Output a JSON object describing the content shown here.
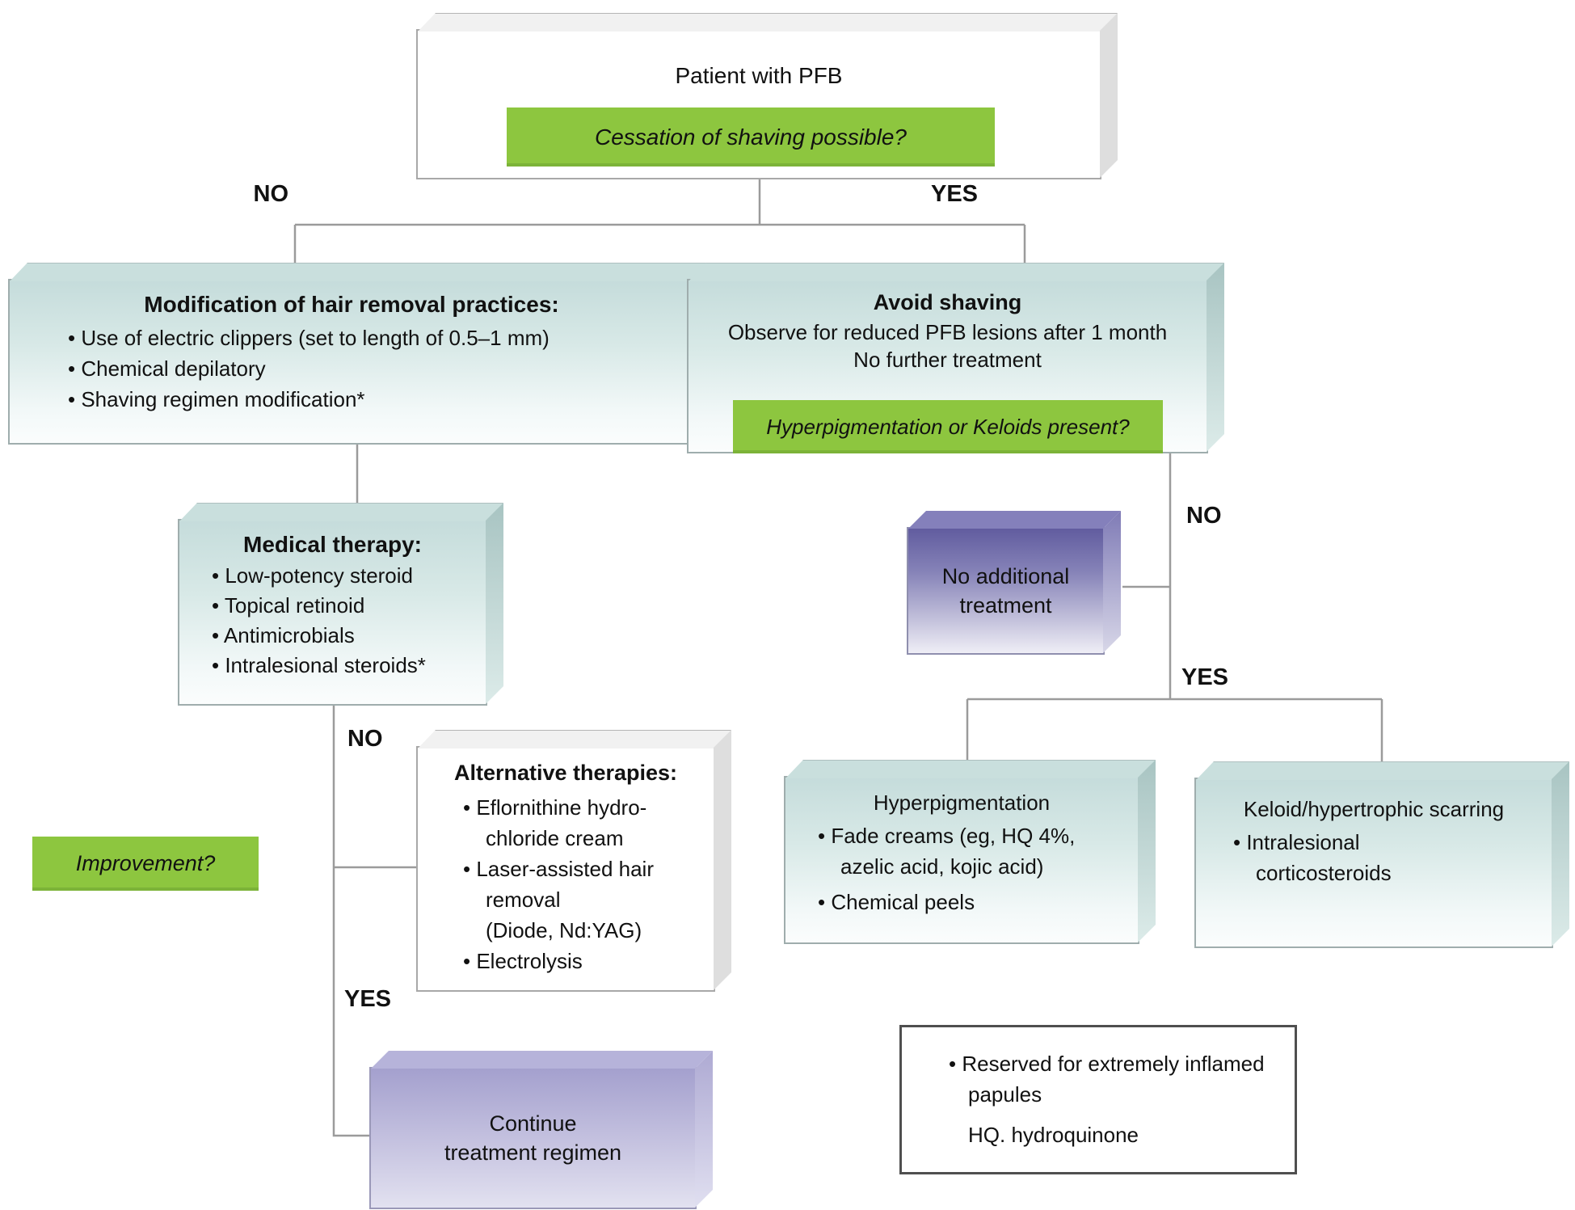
{
  "figure": {
    "patient_box": {
      "title": "Patient with PFB",
      "question": "Cessation of shaving possible?"
    },
    "labels": {
      "cessation_no": "NO",
      "cessation_yes": "YES",
      "improvement_no": "NO",
      "improvement_yes": "YES",
      "hyperkeloid_no": "NO",
      "hyperkeloid_yes": "YES"
    },
    "modification_box": {
      "header": "Modification of hair removal practices:",
      "lines": [
        "• Use of electric clippers (set to length of 0.5–1 mm)",
        "• Chemical depilatory",
        "• Shaving regimen modification*"
      ]
    },
    "avoid_box": {
      "header": "Avoid shaving",
      "line1": "Observe for reduced PFB lesions after 1 month",
      "line2": "No further treatment",
      "question": "Hyperpigmentation or Keloids present?"
    },
    "medical_box": {
      "header": "Medical therapy:",
      "lines": [
        "• Low-potency steroid",
        "• Topical retinoid",
        "• Antimicrobials",
        "• Intralesional steroids*"
      ]
    },
    "no_additional_box": {
      "lines": [
        "No additional",
        "treatment"
      ]
    },
    "alternative_box": {
      "header": "Alternative therapies:",
      "lines": [
        "• Eflornithine hydro-",
        "chloride cream",
        "• Laser-assisted hair",
        "removal",
        "(Diode, Nd:YAG)",
        "• Electrolysis"
      ]
    },
    "improvement_box": {
      "question": "Improvement?"
    },
    "hyperpigmentation_box": {
      "header": "Hyperpigmentation",
      "lines": [
        "• Fade creams (eg, HQ 4%,",
        "azelic acid, kojic acid)",
        "• Chemical peels"
      ]
    },
    "keloid_box": {
      "header": "Keloid/hypertrophic scarring",
      "lines": [
        "• Intralesional",
        "corticosteroids"
      ]
    },
    "continue_box": {
      "lines": [
        "Continue",
        "treatment regimen"
      ]
    },
    "legend_box": {
      "lines": [
        "• Reserved for extremely inflamed",
        "papules",
        "HQ. hydroquinone"
      ]
    }
  },
  "colors": {
    "accent_green": "#8dc63f",
    "teal_box_top": "#c5dcdb",
    "dark_purple_top": "#615c9f",
    "light_purple_top": "#a4a0ce",
    "connector_gray": "#9b9b9b"
  }
}
